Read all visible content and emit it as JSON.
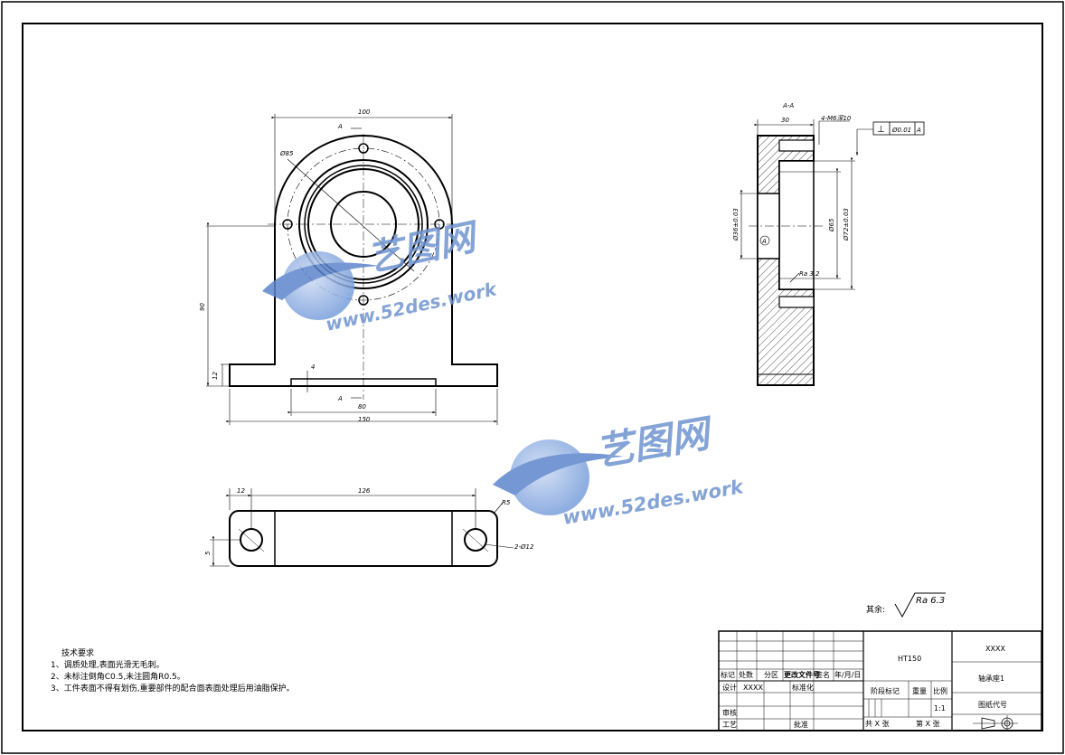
{
  "colors": {
    "line": "#000000",
    "watermark": "#6f93cf",
    "hatch": "#000000"
  },
  "front_view": {
    "dims": {
      "width_top": "100",
      "bolt_circle": "Ø85",
      "height": "90",
      "base_thickness": "12",
      "slot_depth": "4",
      "slot_width": "80",
      "base_width": "150"
    },
    "section_mark_top": "A",
    "section_mark_bottom": "A"
  },
  "top_view": {
    "dims": {
      "edge": "12",
      "spacing": "126",
      "radius": "R5",
      "holes": "2-Ø12",
      "thickness": "5"
    }
  },
  "section_view": {
    "title": "A-A",
    "dims": {
      "width": "30",
      "thread": "4-M6深10",
      "d_small": "Ø36±0.03",
      "d_mid": "Ø65",
      "d_large": "Ø72±0.03",
      "roughness_label": "Ra 3.2",
      "datum": "A"
    },
    "gdt": {
      "symbol": "⊥",
      "tolerance": "Ø0.01",
      "datum": "A"
    }
  },
  "surface_finish": {
    "prefix": "其余:",
    "value": "Ra 6.3"
  },
  "tech_requirements": {
    "title": "技术要求",
    "items": [
      "1、调质处理,表面光滑无毛刺。",
      "2、未标注倒角C0.5,未注圆角R0.5。",
      "3、工件表面不得有划伤,重要部件的配合面表面处理后用油脂保护。"
    ]
  },
  "title_block": {
    "material": "HT150",
    "company": "XXXX",
    "part_name": "轴承座1",
    "drawing_no_label": "图纸代号",
    "headers": [
      "标记",
      "处数",
      "分区",
      "更改文件号",
      "签名",
      "年/月/日"
    ],
    "row_design": "设计",
    "designer": "XXXX",
    "standardize": "标准化",
    "review": "审核",
    "process": "工艺",
    "approve": "批准",
    "stage": "阶段标记",
    "weight": "重量",
    "scale": "比例",
    "scale_value": "1:1",
    "sheets_total": "共 X 张",
    "sheet_no": "第 X 张"
  },
  "watermark": {
    "name": "艺图网",
    "url": "www.52des.work"
  }
}
